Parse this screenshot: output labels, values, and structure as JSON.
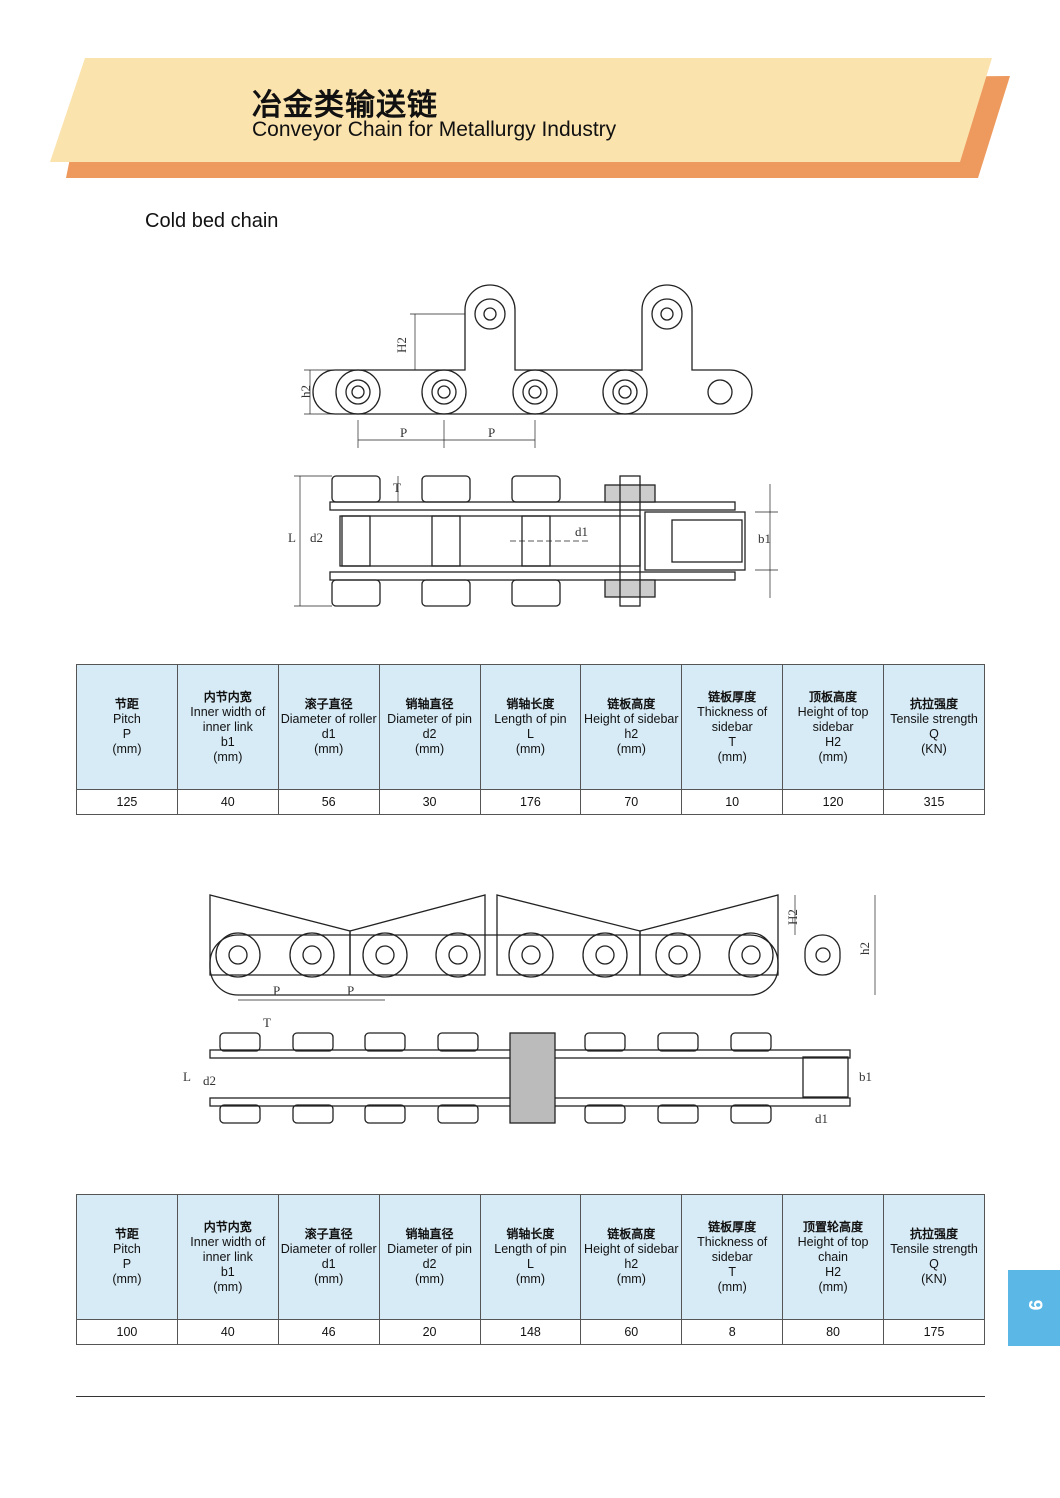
{
  "header": {
    "title_cn": "冶金类输送链",
    "title_en": "Conveyor Chain for Metallurgy Industry"
  },
  "section": {
    "title": "Cold bed chain"
  },
  "drawing_labels": {
    "pitch": "P",
    "h2": "h2",
    "H2": "H2",
    "T": "T",
    "L": "L",
    "d1": "d1",
    "d2": "d2",
    "b1": "b1"
  },
  "table1": {
    "headers": [
      {
        "cn": "节距",
        "en": [
          "Pitch",
          "P",
          "(mm)"
        ]
      },
      {
        "cn": "内节内宽",
        "en": [
          "Inner width of",
          "inner link",
          "b1",
          "(mm)"
        ]
      },
      {
        "cn": "滚子直径",
        "en": [
          "Diameter of roller",
          "d1",
          "(mm)"
        ]
      },
      {
        "cn": "销轴直径",
        "en": [
          "Diameter of pin",
          "d2",
          "(mm)"
        ]
      },
      {
        "cn": "销轴长度",
        "en": [
          "Length of pin",
          "L",
          "(mm)"
        ]
      },
      {
        "cn": "链板高度",
        "en": [
          "Height of sidebar",
          "h2",
          "(mm)"
        ]
      },
      {
        "cn": "链板厚度",
        "en": [
          "Thickness of",
          "sidebar",
          "T",
          "(mm)"
        ]
      },
      {
        "cn": "顶板高度",
        "en": [
          "Height of top",
          "sidebar",
          "H2",
          "(mm)"
        ]
      },
      {
        "cn": "抗拉强度",
        "en": [
          "Tensile strength",
          "Q",
          "(KN)"
        ]
      }
    ],
    "values": [
      "125",
      "40",
      "56",
      "30",
      "176",
      "70",
      "10",
      "120",
      "315"
    ]
  },
  "table2": {
    "headers": [
      {
        "cn": "节距",
        "en": [
          "Pitch",
          "P",
          "(mm)"
        ]
      },
      {
        "cn": "内节内宽",
        "en": [
          "Inner width of",
          "inner link",
          "b1",
          "(mm)"
        ]
      },
      {
        "cn": "滚子直径",
        "en": [
          "Diameter of roller",
          "d1",
          "(mm)"
        ]
      },
      {
        "cn": "销轴直径",
        "en": [
          "Diameter of pin",
          "d2",
          "(mm)"
        ]
      },
      {
        "cn": "销轴长度",
        "en": [
          "Length of pin",
          "L",
          "(mm)"
        ]
      },
      {
        "cn": "链板高度",
        "en": [
          "Height of sidebar",
          "h2",
          "(mm)"
        ]
      },
      {
        "cn": "链板厚度",
        "en": [
          "Thickness of",
          "sidebar",
          "T",
          "(mm)"
        ]
      },
      {
        "cn": "顶置轮高度",
        "en": [
          "Height of top",
          "chain",
          "H2",
          "(mm)"
        ]
      },
      {
        "cn": "抗拉强度",
        "en": [
          "Tensile strength",
          "Q",
          "(KN)"
        ]
      }
    ],
    "values": [
      "100",
      "40",
      "46",
      "20",
      "148",
      "60",
      "8",
      "80",
      "175"
    ]
  },
  "page_number": "9",
  "colors": {
    "banner_light": "#fbe3ae",
    "banner_dark": "#ee9a5e",
    "table_header": "#d7ebf6",
    "tab": "#5bb8e6"
  }
}
